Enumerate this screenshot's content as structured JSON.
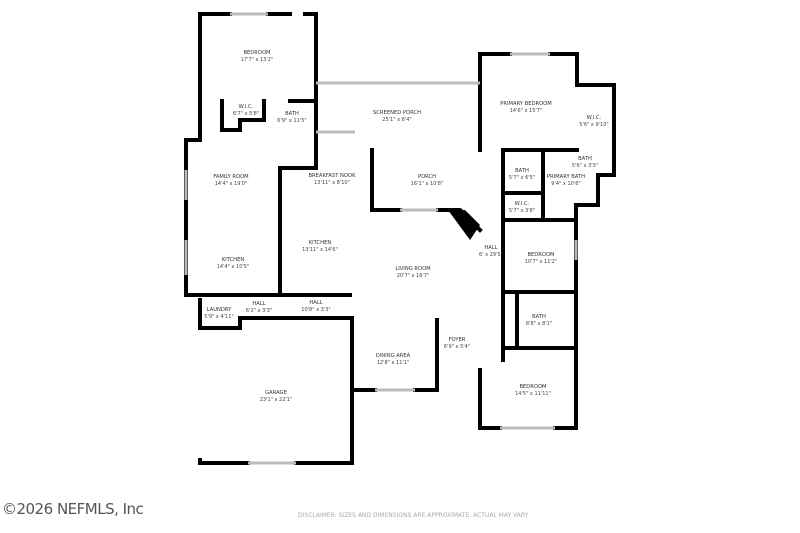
{
  "rooms": [
    {
      "name": "BEDROOM",
      "size": "17'7\" x 13'2\""
    },
    {
      "name": "W.I.C.",
      "size": "6'7\" x 5'8\""
    },
    {
      "name": "BATH",
      "size": "6'9\" x 11'5\""
    },
    {
      "name": "SCREENED PORCH",
      "size": "25'1\" x 8'4\""
    },
    {
      "name": "FAMILY ROOM",
      "size": "14'4\" x 19'0\""
    },
    {
      "name": "BREAKFAST NOOK",
      "size": "13'11\" x 8'10\""
    },
    {
      "name": "PORCH",
      "size": "16'1\" x 10'8\""
    },
    {
      "name": "KITCHEN",
      "size": "13'11\" x 14'6\""
    },
    {
      "name": "KITCHEN",
      "size": "14'4\" x 10'5\""
    },
    {
      "name": "LIVING ROOM",
      "size": "20'7\" x 16'7\""
    },
    {
      "name": "LAUNDRY",
      "size": "5'9\" x 4'11\""
    },
    {
      "name": "HALL",
      "size": "6'2\" x 3'3\""
    },
    {
      "name": "HALL",
      "size": "10'8\" x 3'3\""
    },
    {
      "name": "GARAGE",
      "size": "23'1\" x 22'1\""
    },
    {
      "name": "DINING AREA",
      "size": "12'8\" x 11'1\""
    },
    {
      "name": "FOYER",
      "size": "6'9\" x 5'4\""
    },
    {
      "name": "PRIMARY BEDROOM",
      "size": "14'6\" x 15'7\""
    },
    {
      "name": "W.I.C.",
      "size": "5'6\" x 9'10\""
    },
    {
      "name": "BATH",
      "size": "5'6\" x 3'3\""
    },
    {
      "name": "BATH",
      "size": "5'7\" x 6'5\""
    },
    {
      "name": "PRIMARY BATH",
      "size": "9'4\" x 10'6\""
    },
    {
      "name": "W.I.C.",
      "size": "5'7\" x 3'8\""
    },
    {
      "name": "HALL",
      "size": "6' x 29'5\""
    },
    {
      "name": "BEDROOM",
      "size": "10'7\" x 11'2\""
    },
    {
      "name": "BATH",
      "size": "8'8\" x 8'1\""
    },
    {
      "name": "BEDROOM",
      "size": "14'5\" x 11'11\""
    }
  ],
  "watermark": "©2026 NEFMLS, Inc",
  "disclaimer": "DISCLAIMER: SIZES AND DIMENSIONS ARE APPROXIMATE. ACTUAL MAY VARY."
}
